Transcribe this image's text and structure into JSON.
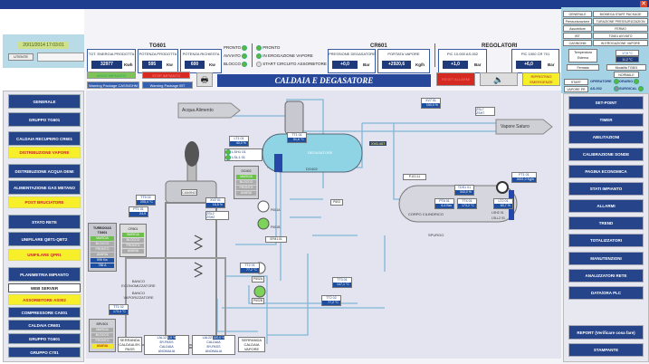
{
  "datetime": "20/11/2014 17:03:01",
  "user_button": "UTENTE",
  "title": "CALDAIA E DEGASATORE",
  "tg601": {
    "title": "TG601",
    "kpis": [
      {
        "label": "TOT. ENERGIA PRODOTTA",
        "value": "32977",
        "unit": "Kwh"
      },
      {
        "label": "POTENZA PRODOTTA",
        "value": "595",
        "unit": "Kw"
      },
      {
        "label": "POTENZA RICHIESTA",
        "value": "600",
        "unit": "Kw"
      }
    ],
    "states": [
      "PRONTO",
      "AVVIATO",
      "BLOCCO"
    ]
  },
  "cr601_states": [
    "PRONTO",
    "IN EROGAZIONE VAPORE",
    "START CIRCUITO ASSORBITORE"
  ],
  "cr601": {
    "title": "CR601",
    "kpis": [
      {
        "label": "PRESSIONE DEGASATORE",
        "value": "+0,0",
        "unit": "Bar"
      },
      {
        "label": "PORTATA VAPORE",
        "value": "+2920,6",
        "unit": "Kg/h"
      }
    ]
  },
  "regolatori": {
    "title": "REGOLATORI",
    "kpis": [
      {
        "label": "PIC 10.000 AS-002",
        "value": "+1,0",
        "unit": "Bar"
      },
      {
        "label": "PIC 1000 CR 701",
        "value": "+6,0",
        "unit": "Bar"
      }
    ]
  },
  "buttons": {
    "avvio": "AVVIO IMPIANTO",
    "stop": "STOP IMPIANTO",
    "package1": "Warning Package CASINGHM",
    "package2": "Warning Package IBT",
    "reset": "RESET ALLARMI",
    "ripristino": "RIPRISTINO EMERGENZE"
  },
  "icons": {
    "print": "printer-icon",
    "horn": "speaker-icon",
    "close": "close-icon"
  },
  "right_panel": {
    "grid": [
      [
        "GENERALE",
        "BIOMEGA START PACKAGE"
      ],
      [
        "Pressurizzazione",
        "TURAZIONE PRESSURIZZAZION"
      ],
      [
        "Assorbitore",
        "FERMO"
      ],
      [
        "IBT",
        "TG601 AVVIATO"
      ],
      [
        "CASINGHM",
        "IN EROGAZIONE VAPORE"
      ]
    ],
    "temp_label": "Temperatura Esterna",
    "temp_value": "17,5 °C",
    "temp_value2": "11,2 °C",
    "fermata": "Fermata",
    "modalita": "Modalità TG601",
    "normale": "NORMALE",
    "start": "START",
    "vapore": "VAPORE PR",
    "operatore": "OPERATORE",
    "as002": "AS-002",
    "orario": "ORARIO",
    "surgical": "SURGICAL"
  },
  "left_nav": [
    {
      "label": "GENERALE",
      "style": "blue"
    },
    {
      "label": "GRUPPO TG601",
      "style": "blue"
    },
    {
      "label": "CALDAIA RECUPERO CR601",
      "style": "blue"
    },
    {
      "label": "DISTRIBUZIONE VAPORE",
      "style": "yellow"
    },
    {
      "label": "DISTRIBUZIONE ACQUA DEMI",
      "style": "blue"
    },
    {
      "label": "ALIMENTAZIONE GAS METANO",
      "style": "blue"
    },
    {
      "label": "POST BRUCIATORE",
      "style": "yellow"
    },
    {
      "label": "STATO RETE",
      "style": "blue"
    },
    {
      "label": "UNIFILARE QBT1-QBT2",
      "style": "blue"
    },
    {
      "label": "UNIFILARE QPR1",
      "style": "yellow"
    },
    {
      "label": "PLANIMETRIA IMPIANTO",
      "style": "blue"
    },
    {
      "label": "WEB SERVER",
      "style": "white"
    },
    {
      "label": "ASSORBITORE AS002",
      "style": "yellow"
    },
    {
      "label": "COMPRESSORE CA001",
      "style": "blue"
    },
    {
      "label": "CALDAIA CR601",
      "style": "blue"
    },
    {
      "label": "GRUPPO TG601",
      "style": "blue"
    },
    {
      "label": "GRUPPO C701",
      "style": "blue"
    }
  ],
  "right_nav": [
    "SET-POINT",
    "TIMER",
    "ABILITAZIONI",
    "CALIBRAZIONE SONDE",
    "PAGINA ECONOMICA",
    "STATI IMPIANTO",
    "ALLARMI",
    "TREND",
    "TOTALIZZATORI",
    "MANUTENZIONI",
    "ANALIZZATORI RETE",
    "DATA/ORA PLC",
    "REPORT (Verificare cosa fare)",
    "STAMPANTE"
  ],
  "diagram": {
    "acqua": "Acqua Alimento",
    "vapore": "Vapore Saturo",
    "degasatore": "DEGASATORE",
    "dg402": "DG402",
    "corpo": "CORPO CILINDRICO",
    "banco_eco": "BANCO ECONOMIZZATORE",
    "banco_vap": "BANCO VAPORIZZATORE",
    "camino": "CAMINO",
    "spurgo": "SPURGO",
    "serr1": "SERRANDA CALDAIA BY-PASS",
    "serr2": "SERRANDA CALDAIA VAPORE",
    "tags": [
      {
        "n": "LT1 01",
        "v": "40,0 %"
      },
      {
        "n": "TT1 01",
        "v": "51,6 °C"
      },
      {
        "n": "TT5 02",
        "v": "205,4 °C"
      },
      {
        "n": "PT1 01",
        "v": "24,9"
      },
      {
        "n": "XV2 01",
        "v": "16,5 %"
      },
      {
        "n": "XV7 01",
        "v": "100,0 %"
      },
      {
        "n": "FT1 01",
        "v": "3001,0 Kg/h"
      },
      {
        "n": "TDS1 01",
        "v": "343,0 %"
      },
      {
        "n": "PT6 01",
        "v": "6,4 Bar"
      },
      {
        "n": "TT4 01",
        "v": "173,2 °C"
      },
      {
        "n": "LT2 01",
        "v": "60,7 %"
      },
      {
        "n": "TT2 01",
        "v": "77,2 °C"
      },
      {
        "n": "TT1 02",
        "v": "173,4 °C"
      },
      {
        "n": "TT3 01",
        "v": "147,1 °C"
      },
      {
        "n": "TT2 02",
        "v": "77,2 °C"
      }
    ],
    "lsh": [
      "LSH1 01",
      "LSL1 01"
    ],
    "lsh2": [
      "LSH2 01",
      "LSLL2 01"
    ],
    "zs": [
      "ZSL2",
      "ZSH2"
    ],
    "zs7": [
      "ZSL7",
      "ZSH7"
    ],
    "dg402_states": [
      "MARCIA",
      "BLOCCO",
      "PRONTO",
      "AVARIA"
    ],
    "turbogas": {
      "title": "TURBOGAS TG601",
      "states": [
        "MARCIA",
        "BLOCCO",
        "PRONTO",
        "AVARIA"
      ],
      "v1": "595 Kw",
      "v2": "786 A"
    },
    "cr601_box": {
      "title": "CR601",
      "states": [
        "MARCIA",
        "BLOCCO",
        "PRONTO",
        "AVARIA"
      ]
    },
    "brv601": {
      "title": "BRV601",
      "states": [
        "MARCIA",
        "BLOCCO",
        "PRONTO",
        "AVARIA"
      ]
    },
    "lal1": {
      "n": "LAL1Z",
      "v": "0,0 %",
      "items": [
        "BY-PASS",
        "CALDAIA",
        "ANOMALIA"
      ]
    },
    "lal2": {
      "n": "LAL2Z",
      "v": "100,0 %",
      "items": [
        "CALDAIA",
        "BY-PASS",
        "ANOMALIA"
      ]
    },
    "pumps": [
      "P601A",
      "P601B",
      "P603",
      "P602A",
      "P602B"
    ],
    "other": [
      "XV6.407",
      "SFM1.01",
      "P.101.11"
    ]
  }
}
